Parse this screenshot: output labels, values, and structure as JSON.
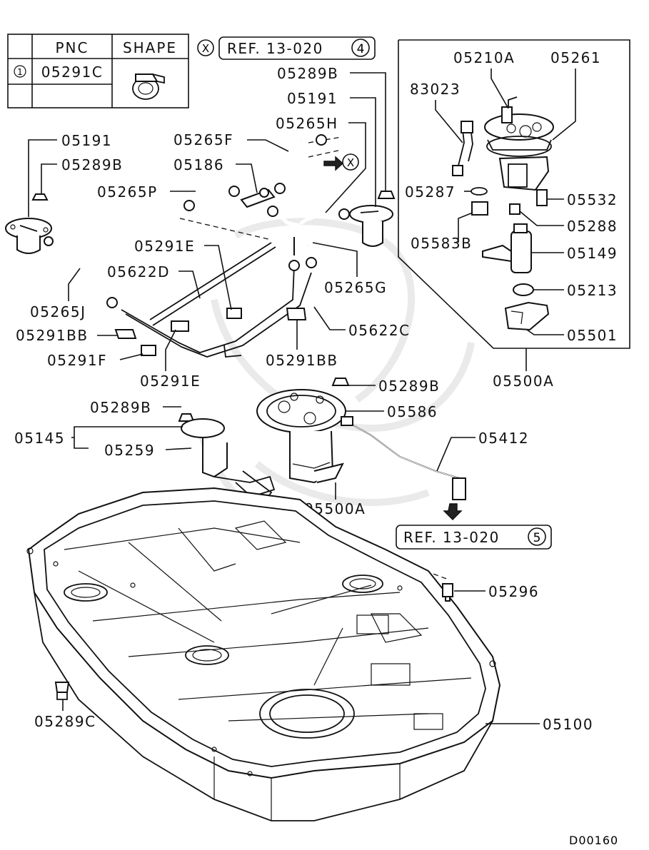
{
  "legend_table": {
    "headers": [
      "PNC",
      "SHAPE"
    ],
    "rows": [
      {
        "marker": "1",
        "pnc": "05291C"
      }
    ]
  },
  "callout_x": {
    "marker": "X",
    "ref_prefix": "REF. 13-020",
    "ref_circle": "4"
  },
  "ref_bottom": {
    "ref_prefix": "REF. 13-020",
    "ref_circle": "5"
  },
  "arrow_marker": "X",
  "labels": {
    "p05210A": "05210A",
    "p05261": "05261",
    "p83023": "83023",
    "p05287": "05287",
    "p05532": "05532",
    "p05288": "05288",
    "p05583B": "05583B",
    "p05149": "05149",
    "p05213": "05213",
    "p05501": "05501",
    "p05500A_box": "05500A",
    "p05289B_top": "05289B",
    "p05191_top": "05191",
    "p05265H": "05265H",
    "p05265F": "05265F",
    "p05186": "05186",
    "p05265P": "05265P",
    "p05191_left": "05191",
    "p05289B_left": "05289B",
    "p05291E_top": "05291E",
    "p05622D": "05622D",
    "p05265G": "05265G",
    "p05265J": "05265J",
    "p05622C": "05622C",
    "p05291BB_left": "05291BB",
    "p05291F": "05291F",
    "p05291E_bottom": "05291E",
    "p05291BB_right": "05291BB",
    "p05289B_mid": "05289B",
    "p05289B_lower": "05289B",
    "p05586": "05586",
    "p05145": "05145",
    "p05259": "05259",
    "p05412": "05412",
    "p05500A_lower": "05500A",
    "p05296": "05296",
    "p05289C": "05289C",
    "p05100": "05100",
    "diagram_code": "D00160"
  }
}
